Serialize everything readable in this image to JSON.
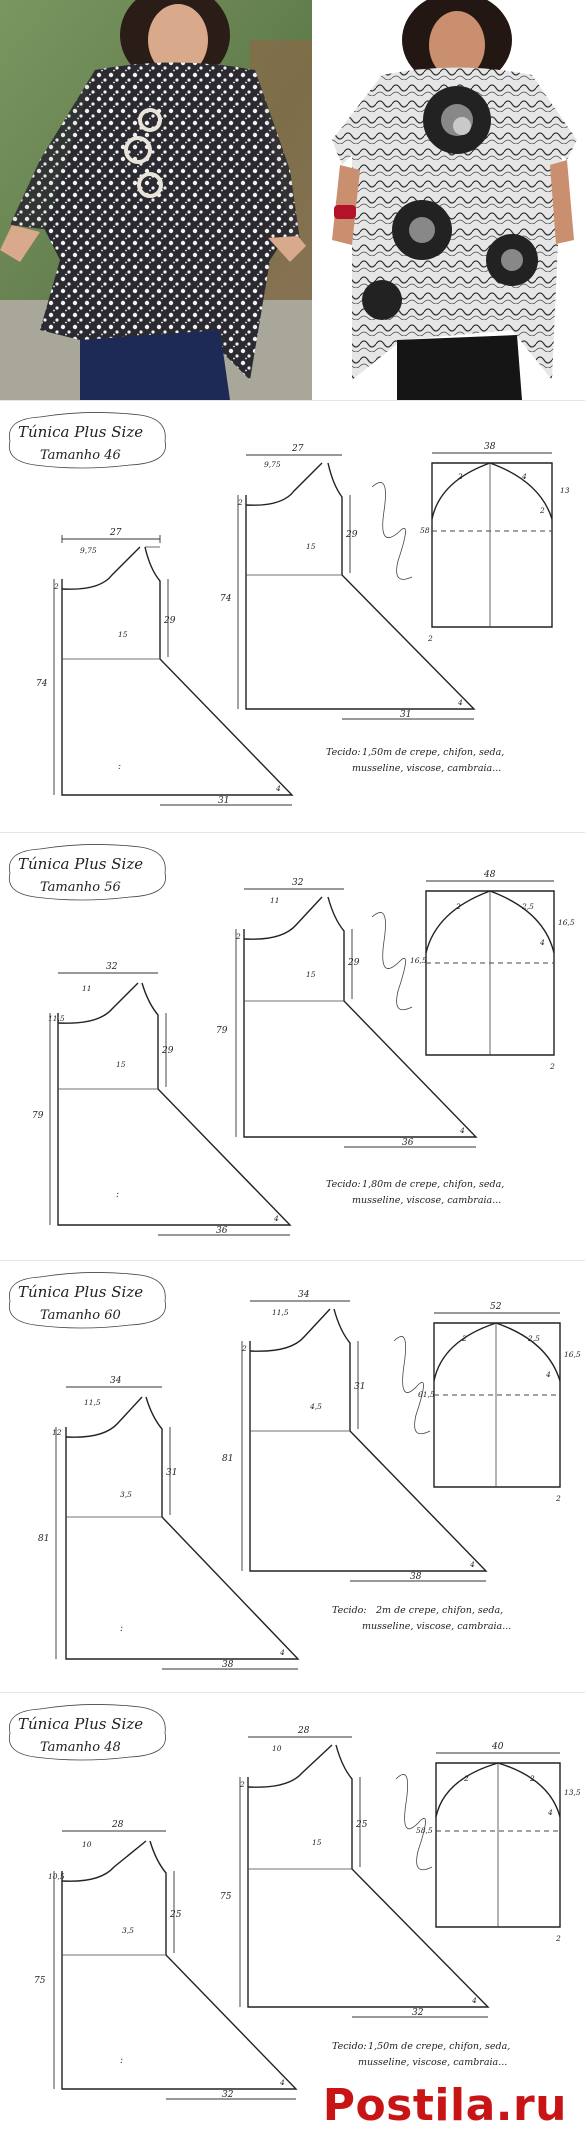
{
  "panels": [
    {
      "title": "Túnica Plus Size",
      "size": "Tamanho 46",
      "front": {
        "width": "27",
        "neck": "9,75",
        "shoulder_drop": "2",
        "armhole": "15",
        "side": "29",
        "length": "74",
        "hem": "31",
        "corner": "4",
        "fold_mark": ":"
      },
      "back": {
        "width": "27",
        "neck": "9,75",
        "shoulder_drop": "2",
        "armhole": "15",
        "side": "29",
        "length": "74",
        "hem": "31",
        "corner": "4"
      },
      "sleeve": {
        "width": "38",
        "cap": "13",
        "side": "58",
        "edge": "2",
        "marks": [
          "2",
          "4",
          "2"
        ]
      },
      "fabric": {
        "label": "Tecido:",
        "line1": "1,50m de crepe, chifon, seda,",
        "line2": "musseline, viscose, cambraia..."
      }
    },
    {
      "title": "Túnica Plus Size",
      "size": "Tamanho 56",
      "front": {
        "width": "32",
        "neck": "11",
        "shoulder_drop": "11,5",
        "armhole": "15",
        "side": "29",
        "length": "79",
        "hem": "36",
        "corner": "4",
        "fold_mark": ":"
      },
      "back": {
        "width": "32",
        "neck": "11",
        "shoulder_drop": "2",
        "armhole": "15",
        "side": "29",
        "length": "79",
        "hem": "36",
        "corner": "4"
      },
      "sleeve": {
        "width": "48",
        "cap": "16,5",
        "side": "16,5",
        "edge": "2",
        "marks": [
          "2",
          "2,5",
          "4"
        ]
      },
      "fabric": {
        "label": "Tecido:",
        "line1": "1,80m de crepe, chifon, seda,",
        "line2": "musseline, viscose, cambraia..."
      }
    },
    {
      "title": "Túnica Plus Size",
      "size": "Tamanho 60",
      "front": {
        "width": "34",
        "neck": "11,5",
        "shoulder_drop": "12",
        "armhole": "3,5",
        "side": "31",
        "length": "81",
        "hem": "38",
        "corner": "4",
        "fold_mark": ":"
      },
      "back": {
        "width": "34",
        "neck": "11,5",
        "shoulder_drop": "2",
        "armhole": "4,5",
        "side": "31",
        "length": "81",
        "hem": "38",
        "corner": "4"
      },
      "sleeve": {
        "width": "52",
        "cap": "16,5",
        "side": "61,5",
        "edge": "2",
        "marks": [
          "2",
          "2,5",
          "4"
        ]
      },
      "fabric": {
        "label": "Tecido:",
        "line1": "2m de crepe, chifon, seda,",
        "line2": "musseline, viscose, cambraia..."
      }
    },
    {
      "title": "Túnica Plus Size",
      "size": "Tamanho 48",
      "front": {
        "width": "28",
        "neck": "10",
        "shoulder_drop": "10,5",
        "armhole": "3,5",
        "side": "25",
        "length": "75",
        "hem": "32",
        "corner": "4",
        "fold_mark": ":"
      },
      "back": {
        "width": "28",
        "neck": "10",
        "shoulder_drop": "2",
        "armhole": "15",
        "side": "25",
        "length": "75",
        "hem": "32",
        "corner": "4"
      },
      "sleeve": {
        "width": "40",
        "cap": "13,5",
        "side": "58,5",
        "edge": "2",
        "marks": [
          "2",
          "2",
          "4"
        ]
      },
      "fabric": {
        "label": "Tecido:",
        "line1": "1,50m de crepe, chifon, seda,",
        "line2": "musseline, viscose, cambraia..."
      }
    }
  ],
  "watermark": "Postila.ru",
  "colors": {
    "ink": "#222222",
    "watermark": "#c81414",
    "print_dark": "#2b2b2b",
    "background_left": "#6f8a55"
  }
}
